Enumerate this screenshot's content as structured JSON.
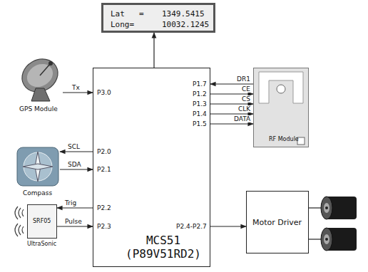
{
  "diagram": {
    "nodes": [
      {
        "text": [
          "Lat",
          "=",
          "1349.5415",
          "Long=",
          "10032.1245"
        ]
      },
      {
        "text": [
          "GPS Module"
        ]
      },
      {
        "text": [
          "Compass"
        ]
      },
      {
        "text": [
          "SRF05",
          "UltraSonic"
        ]
      },
      {
        "text": [
          "MCS51 (P89V51RD2)"
        ]
      },
      {
        "text": [
          "RF Module"
        ]
      },
      {
        "text": [
          "Motor Driver"
        ]
      }
    ],
    "edges": [
      {
        "from": 4,
        "to": 0,
        "arrow": "to"
      },
      {
        "from": 1,
        "to": 4,
        "label": "Tx",
        "arrow": "to"
      },
      {
        "from": 4,
        "to": 2,
        "label": "SCL",
        "arrow": "to"
      },
      {
        "from": 2,
        "to": 4,
        "label": "SDA",
        "arrow": "to"
      },
      {
        "from": 4,
        "to": 3,
        "label": "Trig",
        "arrow": "to"
      },
      {
        "from": 3,
        "to": 4,
        "label": "Pulse",
        "arrow": "to"
      },
      {
        "from": 5,
        "to": 4,
        "label": "DR1",
        "arrow": "to"
      },
      {
        "from": 4,
        "to": 5,
        "label": "CE",
        "arrow": "to"
      },
      {
        "from": 4,
        "to": 5,
        "label": "CS",
        "arrow": "to"
      },
      {
        "from": 4,
        "to": 5,
        "label": "CLK",
        "arrow": "to"
      },
      {
        "from": 4,
        "to": 5,
        "label": "DATA",
        "arrow": "to"
      },
      {
        "from": 4,
        "to": 6,
        "arrow": "to"
      }
    ],
    "labels": [
      "P3.0",
      "P2.0",
      "P2.1",
      "P2.2",
      "P2.3",
      "P1.7",
      "P1.2",
      "P1.3",
      "P1.4",
      "P1.5",
      "P2.4-P2.7"
    ]
  }
}
